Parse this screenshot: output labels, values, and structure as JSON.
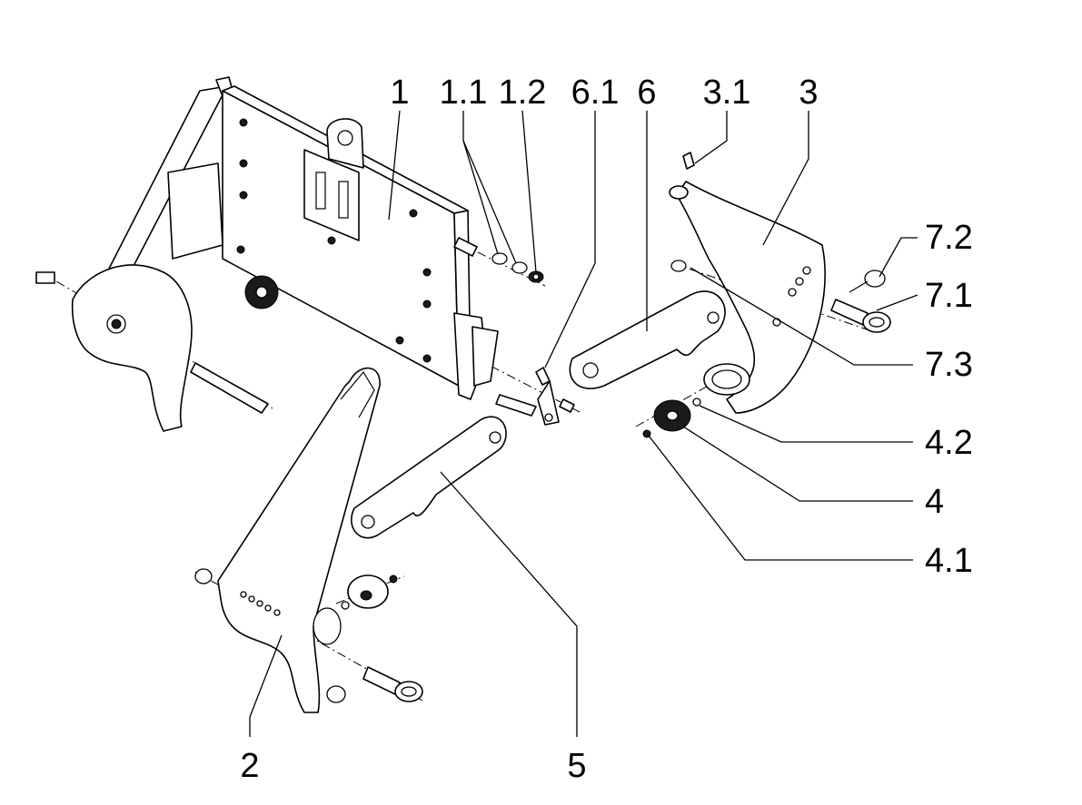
{
  "diagram": {
    "callouts": {
      "part_1": "1",
      "part_1_1": "1.1",
      "part_1_2": "1.2",
      "part_6_1": "6.1",
      "part_6": "6",
      "part_3_1": "3.1",
      "part_3": "3",
      "part_7_2": "7.2",
      "part_7_1": "7.1",
      "part_7_3": "7.3",
      "part_4_2": "4.2",
      "part_4": "4",
      "part_4_1": "4.1",
      "part_2": "2",
      "part_5": "5"
    },
    "colors": {
      "line": "#000000",
      "background": "#ffffff"
    }
  }
}
